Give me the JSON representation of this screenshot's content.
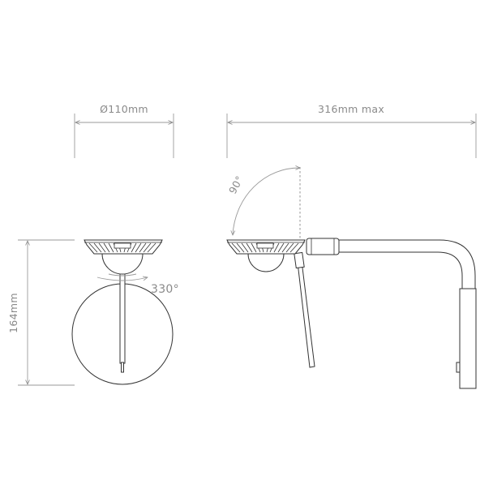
{
  "dimensions": {
    "diameter": "Ø110mm",
    "projection": "316mm max",
    "height": "164mm",
    "rotation_angle": "330°",
    "tilt_angle": "90°"
  },
  "colors": {
    "line": "#333333",
    "dimension": "#9a9a9a",
    "text": "#8a8a8a",
    "background": "#ffffff"
  }
}
